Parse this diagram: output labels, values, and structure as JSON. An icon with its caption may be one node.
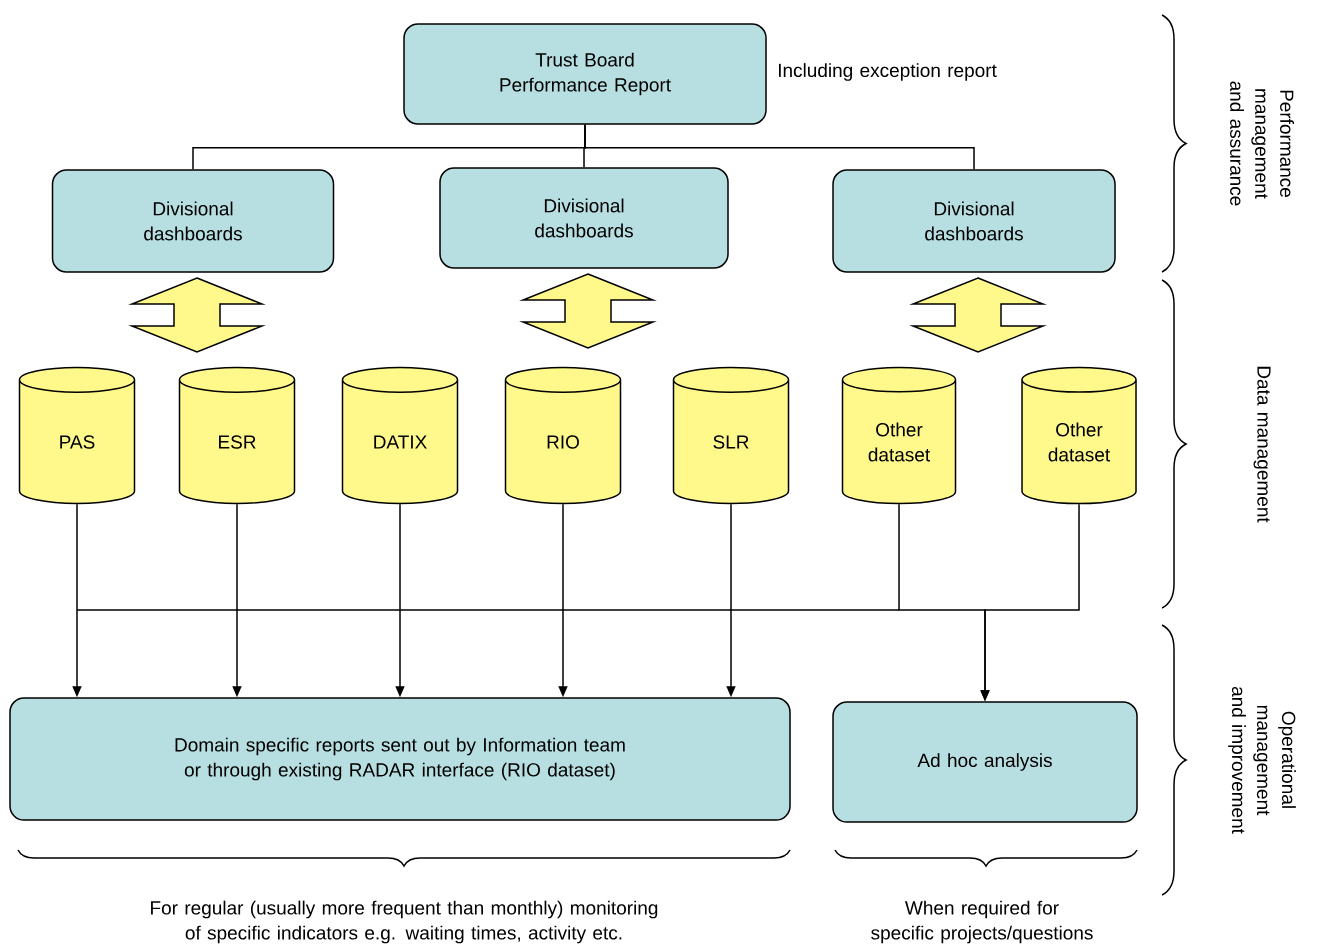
{
  "diagram": {
    "nodes": [
      {
        "text": [
          "Trust Board Performance Report"
        ],
        "beside": [
          "Including exception report"
        ]
      },
      {
        "text": [
          "Divisional dashboards"
        ]
      },
      {
        "text": [
          "Divisional dashboards"
        ]
      },
      {
        "text": [
          "Divisional dashboards"
        ]
      },
      {
        "text": [
          "PAS"
        ]
      },
      {
        "text": [
          "ESR"
        ]
      },
      {
        "text": [
          "DATIX"
        ]
      },
      {
        "text": [
          "RIO"
        ]
      },
      {
        "text": [
          "SLR"
        ]
      },
      {
        "text": [
          "Other dataset"
        ]
      },
      {
        "text": [
          "Other dataset"
        ]
      },
      {
        "text": [
          "Domain specific reports sent out by Information team or through existing RADAR interface (RIO dataset)"
        ]
      },
      {
        "text": [
          "Ad hoc analysis"
        ]
      }
    ],
    "edges": [
      {
        "from": 0,
        "to": 1,
        "arrow": "none"
      },
      {
        "from": 0,
        "to": 2,
        "arrow": "none"
      },
      {
        "from": 0,
        "to": 3,
        "arrow": "none"
      },
      {
        "from": 1,
        "to": null,
        "arrow": "both",
        "style": "thick"
      },
      {
        "from": 2,
        "to": null,
        "arrow": "both",
        "style": "thick"
      },
      {
        "from": 3,
        "to": null,
        "arrow": "both",
        "style": "thick"
      },
      {
        "from": 4,
        "to": 11,
        "arrow": "to"
      },
      {
        "from": 5,
        "to": 11,
        "arrow": "to"
      },
      {
        "from": 6,
        "to": 11,
        "arrow": "to"
      },
      {
        "from": 7,
        "to": 11,
        "arrow": "to"
      },
      {
        "from": 8,
        "to": 11,
        "arrow": "to"
      },
      {
        "from": 9,
        "to": 12,
        "arrow": "to"
      },
      {
        "from": 10,
        "to": 12,
        "arrow": "to"
      }
    ],
    "labels": [
      "Performance management and assurance",
      "Data management",
      "Operational management and improvement",
      "For regular (usually more frequent than monthly) monitoring of specific indicators e.g. waiting times, activity etc.",
      "When required for specific projects/questions"
    ]
  }
}
